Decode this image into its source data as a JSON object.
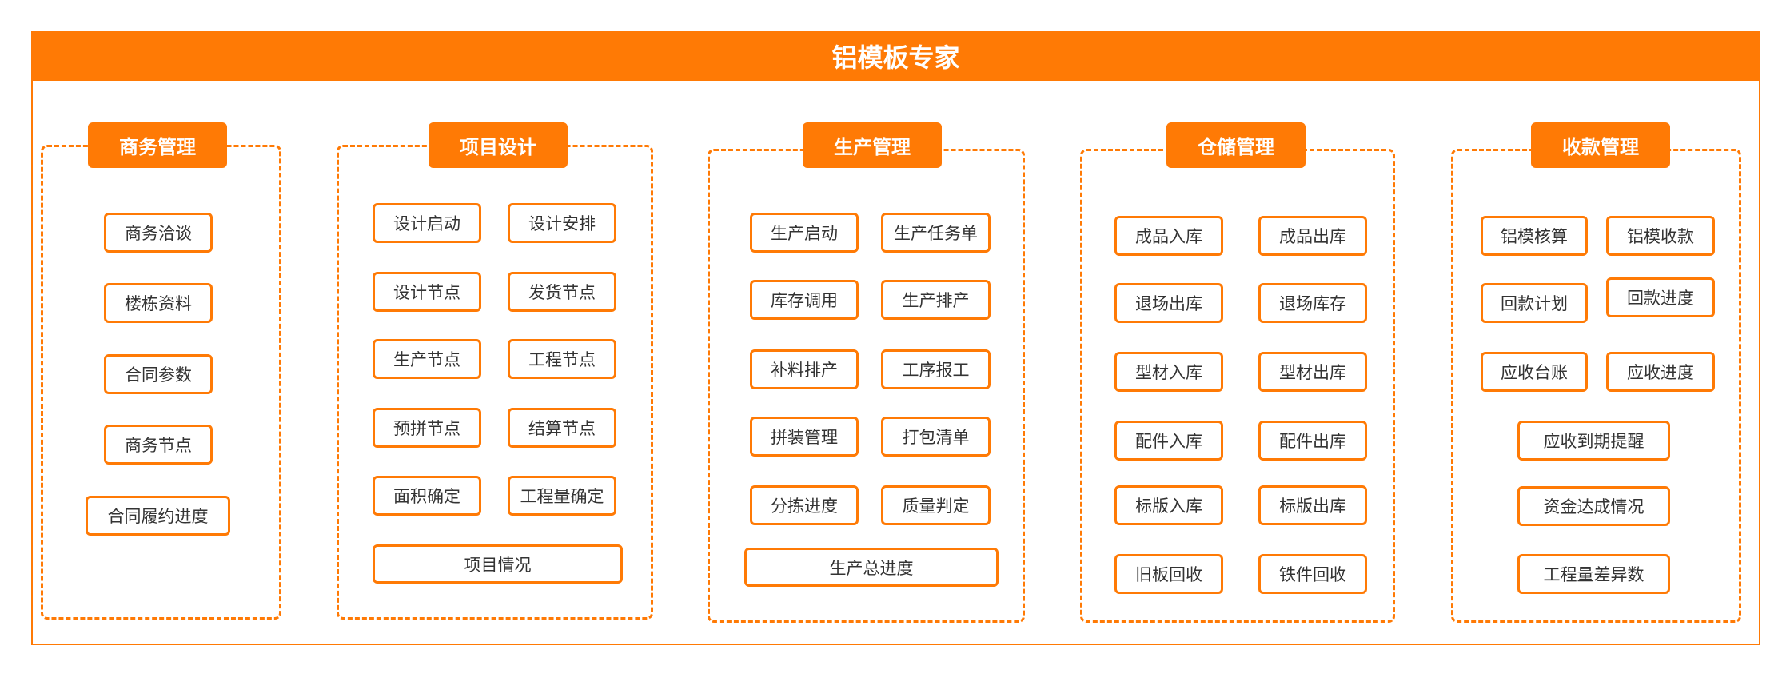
{
  "title": "铝模板专家",
  "accent_color": "#ff7a05",
  "sections": [
    {
      "title": "商务管理",
      "items": [
        "商务洽谈",
        "楼栋资料",
        "合同参数",
        "商务节点",
        "合同履约进度"
      ]
    },
    {
      "title": "项目设计",
      "items": [
        "设计启动",
        "设计安排",
        "设计节点",
        "发货节点",
        "生产节点",
        "工程节点",
        "预拼节点",
        "结算节点",
        "面积确定",
        "工程量确定",
        "项目情况"
      ]
    },
    {
      "title": "生产管理",
      "items": [
        "生产启动",
        "生产任务单",
        "库存调用",
        "生产排产",
        "补料排产",
        "工序报工",
        "拼装管理",
        "打包清单",
        "分拣进度",
        "质量判定",
        "生产总进度"
      ]
    },
    {
      "title": "仓储管理",
      "items": [
        "成品入库",
        "成品出库",
        "退场出库",
        "退场库存",
        "型材入库",
        "型材出库",
        "配件入库",
        "配件出库",
        "标版入库",
        "标版出库",
        "旧板回收",
        "铁件回收"
      ]
    },
    {
      "title": "收款管理",
      "items": [
        "铝模核算",
        "铝模收款",
        "回款计划",
        "回款进度",
        "应收台账",
        "应收进度",
        "应收到期提醒",
        "资金达成情况",
        "工程量差异数"
      ]
    }
  ]
}
